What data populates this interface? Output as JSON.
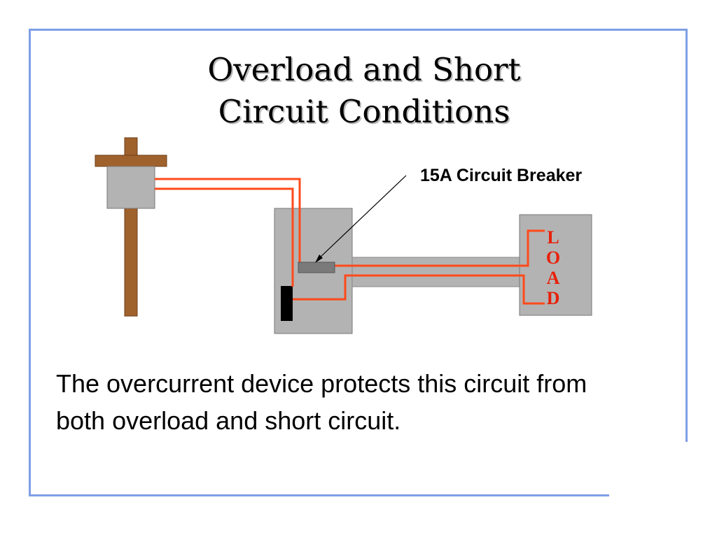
{
  "slide": {
    "title_line1": "Overload and Short",
    "title_line2": "Circuit Conditions",
    "body": "The overcurrent device protects this circuit from both overload and short circuit."
  },
  "diagram": {
    "breaker_label": "15A Circuit Breaker",
    "load_letters": [
      "L",
      "O",
      "A",
      "D"
    ],
    "colors": {
      "frame": "#7f9fe6",
      "wire": "#ff4a1a",
      "pole": "#a0622d",
      "box": "#b3b3b3",
      "load_text": "#e8200a"
    }
  }
}
